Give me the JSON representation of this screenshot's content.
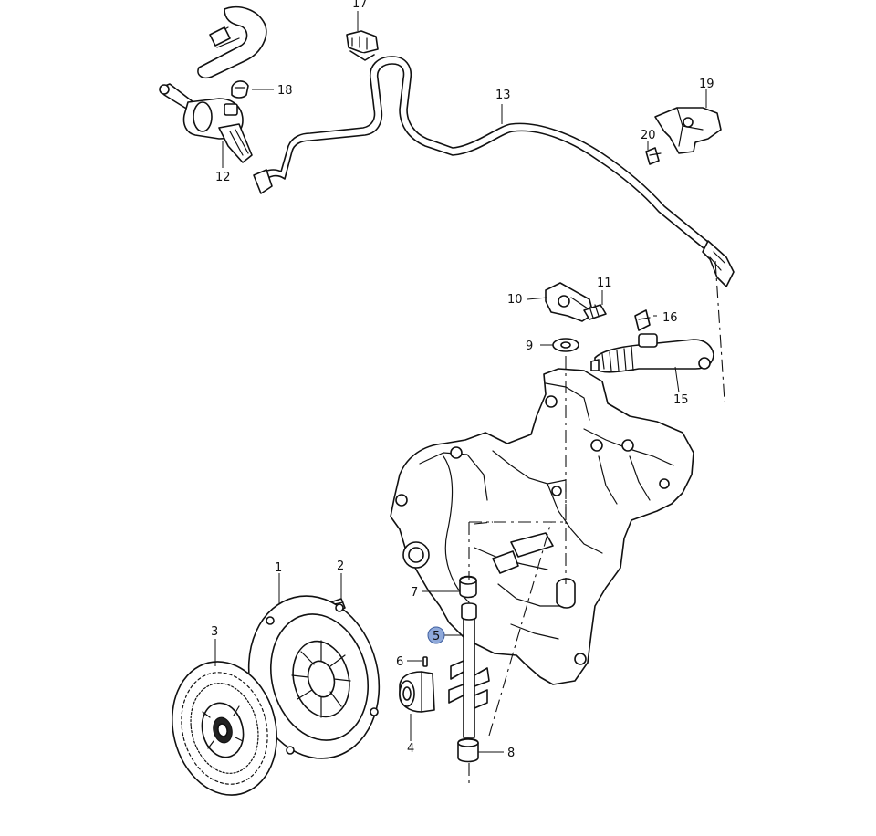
{
  "diagram": {
    "callouts": [
      {
        "id": "c1",
        "text": "1"
      },
      {
        "id": "c2",
        "text": "2"
      },
      {
        "id": "c3",
        "text": "3"
      },
      {
        "id": "c4",
        "text": "4"
      },
      {
        "id": "c5",
        "text": "5",
        "highlighted": true
      },
      {
        "id": "c6",
        "text": "6"
      },
      {
        "id": "c7",
        "text": "7"
      },
      {
        "id": "c8",
        "text": "8"
      },
      {
        "id": "c9",
        "text": "9"
      },
      {
        "id": "c10",
        "text": "10"
      },
      {
        "id": "c11",
        "text": "11"
      },
      {
        "id": "c12",
        "text": "12"
      },
      {
        "id": "c13",
        "text": "13"
      },
      {
        "id": "c15",
        "text": "15"
      },
      {
        "id": "c16",
        "text": "16"
      },
      {
        "id": "c17",
        "text": "17"
      },
      {
        "id": "c18",
        "text": "18"
      },
      {
        "id": "c19",
        "text": "19"
      },
      {
        "id": "c20",
        "text": "20"
      }
    ],
    "colors": {
      "line": "#111111",
      "background": "#ffffff",
      "highlight": "#8fa9da"
    }
  }
}
